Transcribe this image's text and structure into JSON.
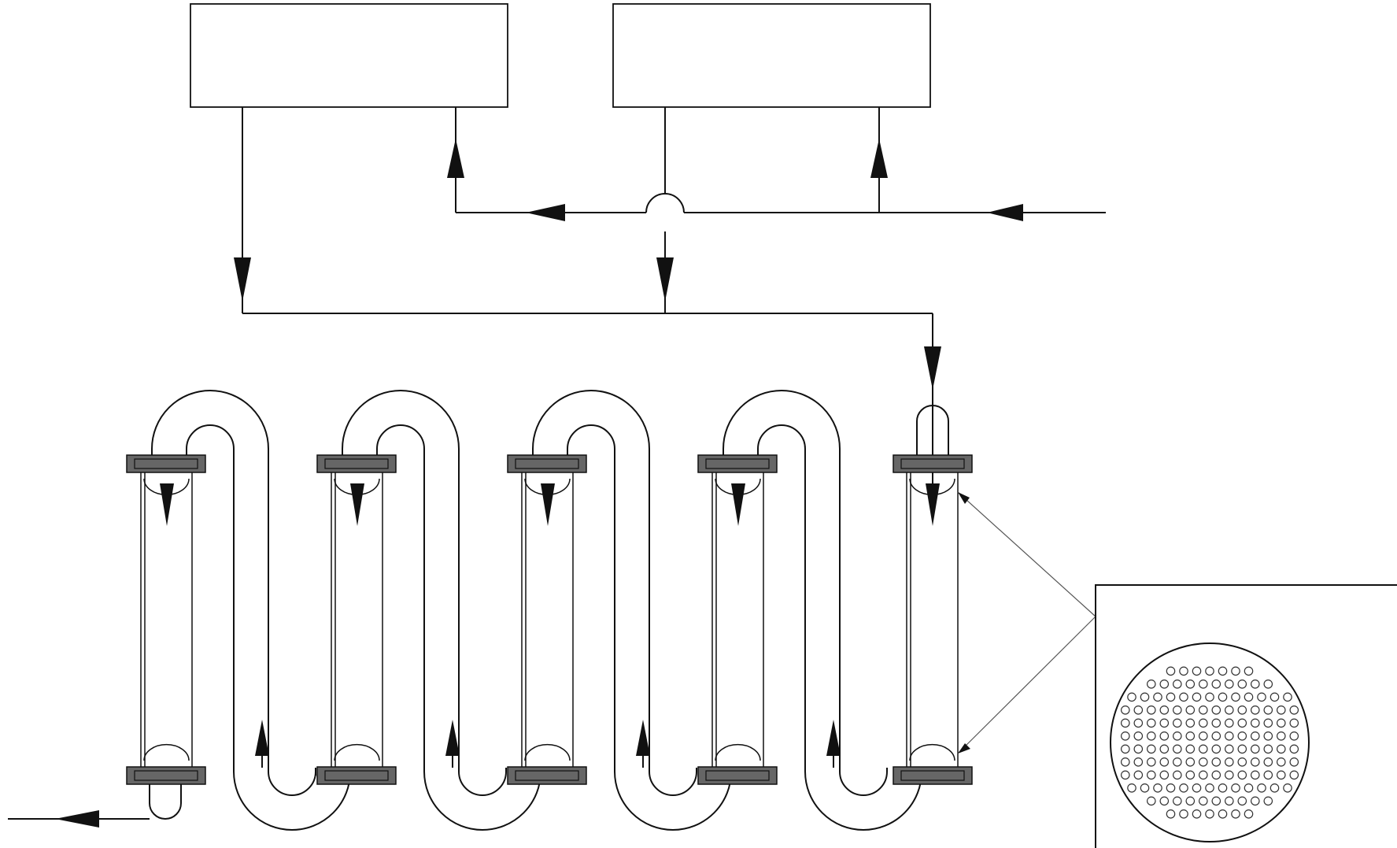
{
  "diagram": {
    "title": "",
    "tubes": 5,
    "components": [
      {
        "name": "left-unit"
      },
      {
        "name": "right-unit"
      },
      {
        "name": "tube-1"
      },
      {
        "name": "tube-2"
      },
      {
        "name": "tube-3"
      },
      {
        "name": "tube-4"
      },
      {
        "name": "tube-5"
      },
      {
        "name": "tube-sheet-detail"
      }
    ],
    "tube_sheet_holes_per_row": [
      7,
      10,
      13,
      14,
      14,
      14,
      14,
      14,
      14,
      13,
      10,
      7
    ]
  }
}
